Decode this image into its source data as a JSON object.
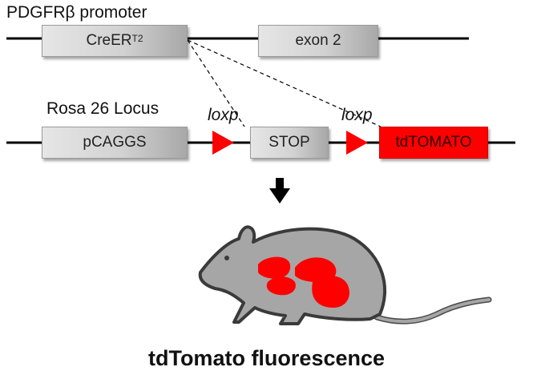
{
  "row1": {
    "promoter_label": "PDGFRβ promoter",
    "box1": {
      "main": "CreER",
      "sup": "T2"
    },
    "box2": "exon 2"
  },
  "row2": {
    "locus_label": "Rosa 26 Locus",
    "box1": "pCAGGS",
    "loxp_label_1": "loxp",
    "box2": "STOP",
    "loxp_label_2": "loxp",
    "box3": "tdTOMATO"
  },
  "caption": "tdTomato fluorescence",
  "colors": {
    "reporter": "#ff0000",
    "box_gray": "#d2d2d2",
    "mouse_body": "#a6a6a6",
    "line": "#000000"
  }
}
